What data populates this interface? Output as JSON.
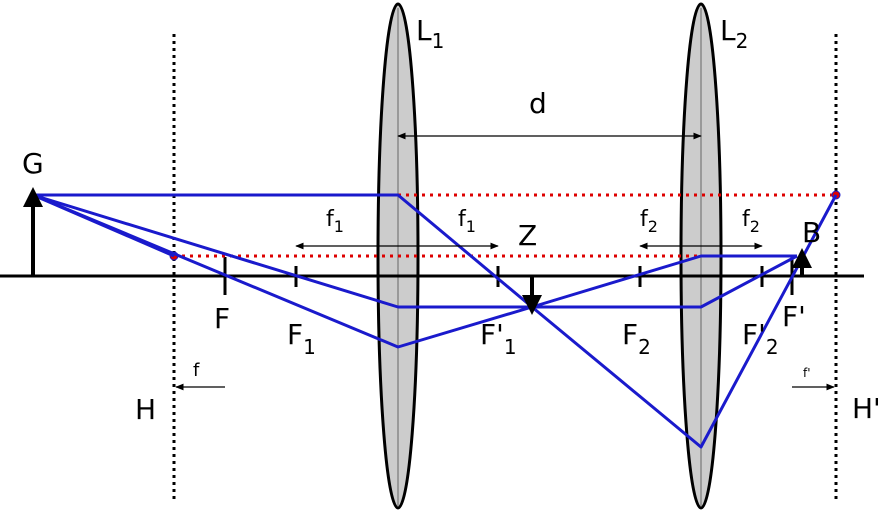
{
  "labels": {
    "L1": {
      "main": "L",
      "sub": "1"
    },
    "L2": {
      "main": "L",
      "sub": "2"
    },
    "d": "d",
    "G": "G",
    "B": "B",
    "Z": "Z",
    "F": "F",
    "F1": {
      "main": "F",
      "sub": "1"
    },
    "F1p": {
      "main": "F'",
      "sub": "1"
    },
    "F2": {
      "main": "F",
      "sub": "2"
    },
    "F2p": {
      "main": "F'",
      "sub": "2"
    },
    "Fp": "F'",
    "H": "H",
    "Hp": "H'",
    "f": "f",
    "fp": "f'",
    "f1_left": {
      "main": "f",
      "sub": "1"
    },
    "f1_right": {
      "main": "f",
      "sub": "1"
    },
    "f2_left": {
      "main": "f",
      "sub": "2"
    },
    "f2_right": {
      "main": "f",
      "sub": "2"
    }
  },
  "colors": {
    "ray": "#1a1acc",
    "construction": "#dd0000",
    "lens_fill": "#cccccc",
    "ink": "#000000"
  }
}
